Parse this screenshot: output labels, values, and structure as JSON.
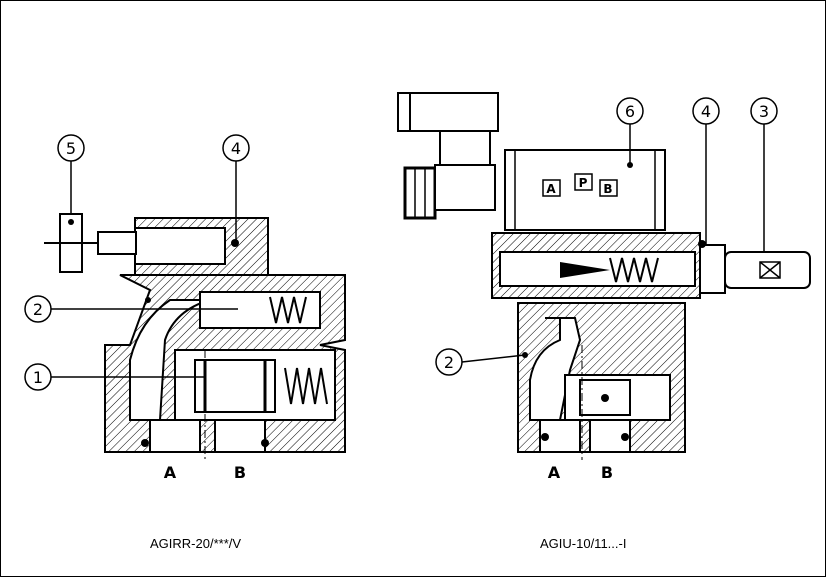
{
  "figure": {
    "captions": {
      "left": "AGIRR-20/***/V",
      "right": "AGIU-10/11...-I"
    },
    "left_valve": {
      "callouts": [
        "5",
        "4",
        "2",
        "1"
      ],
      "ports": [
        "A",
        "B"
      ]
    },
    "right_valve": {
      "callouts": [
        "6",
        "4",
        "3",
        "2"
      ],
      "ports": [
        "A",
        "B"
      ],
      "solenoid_labels": [
        "A",
        "P",
        "B"
      ]
    }
  }
}
